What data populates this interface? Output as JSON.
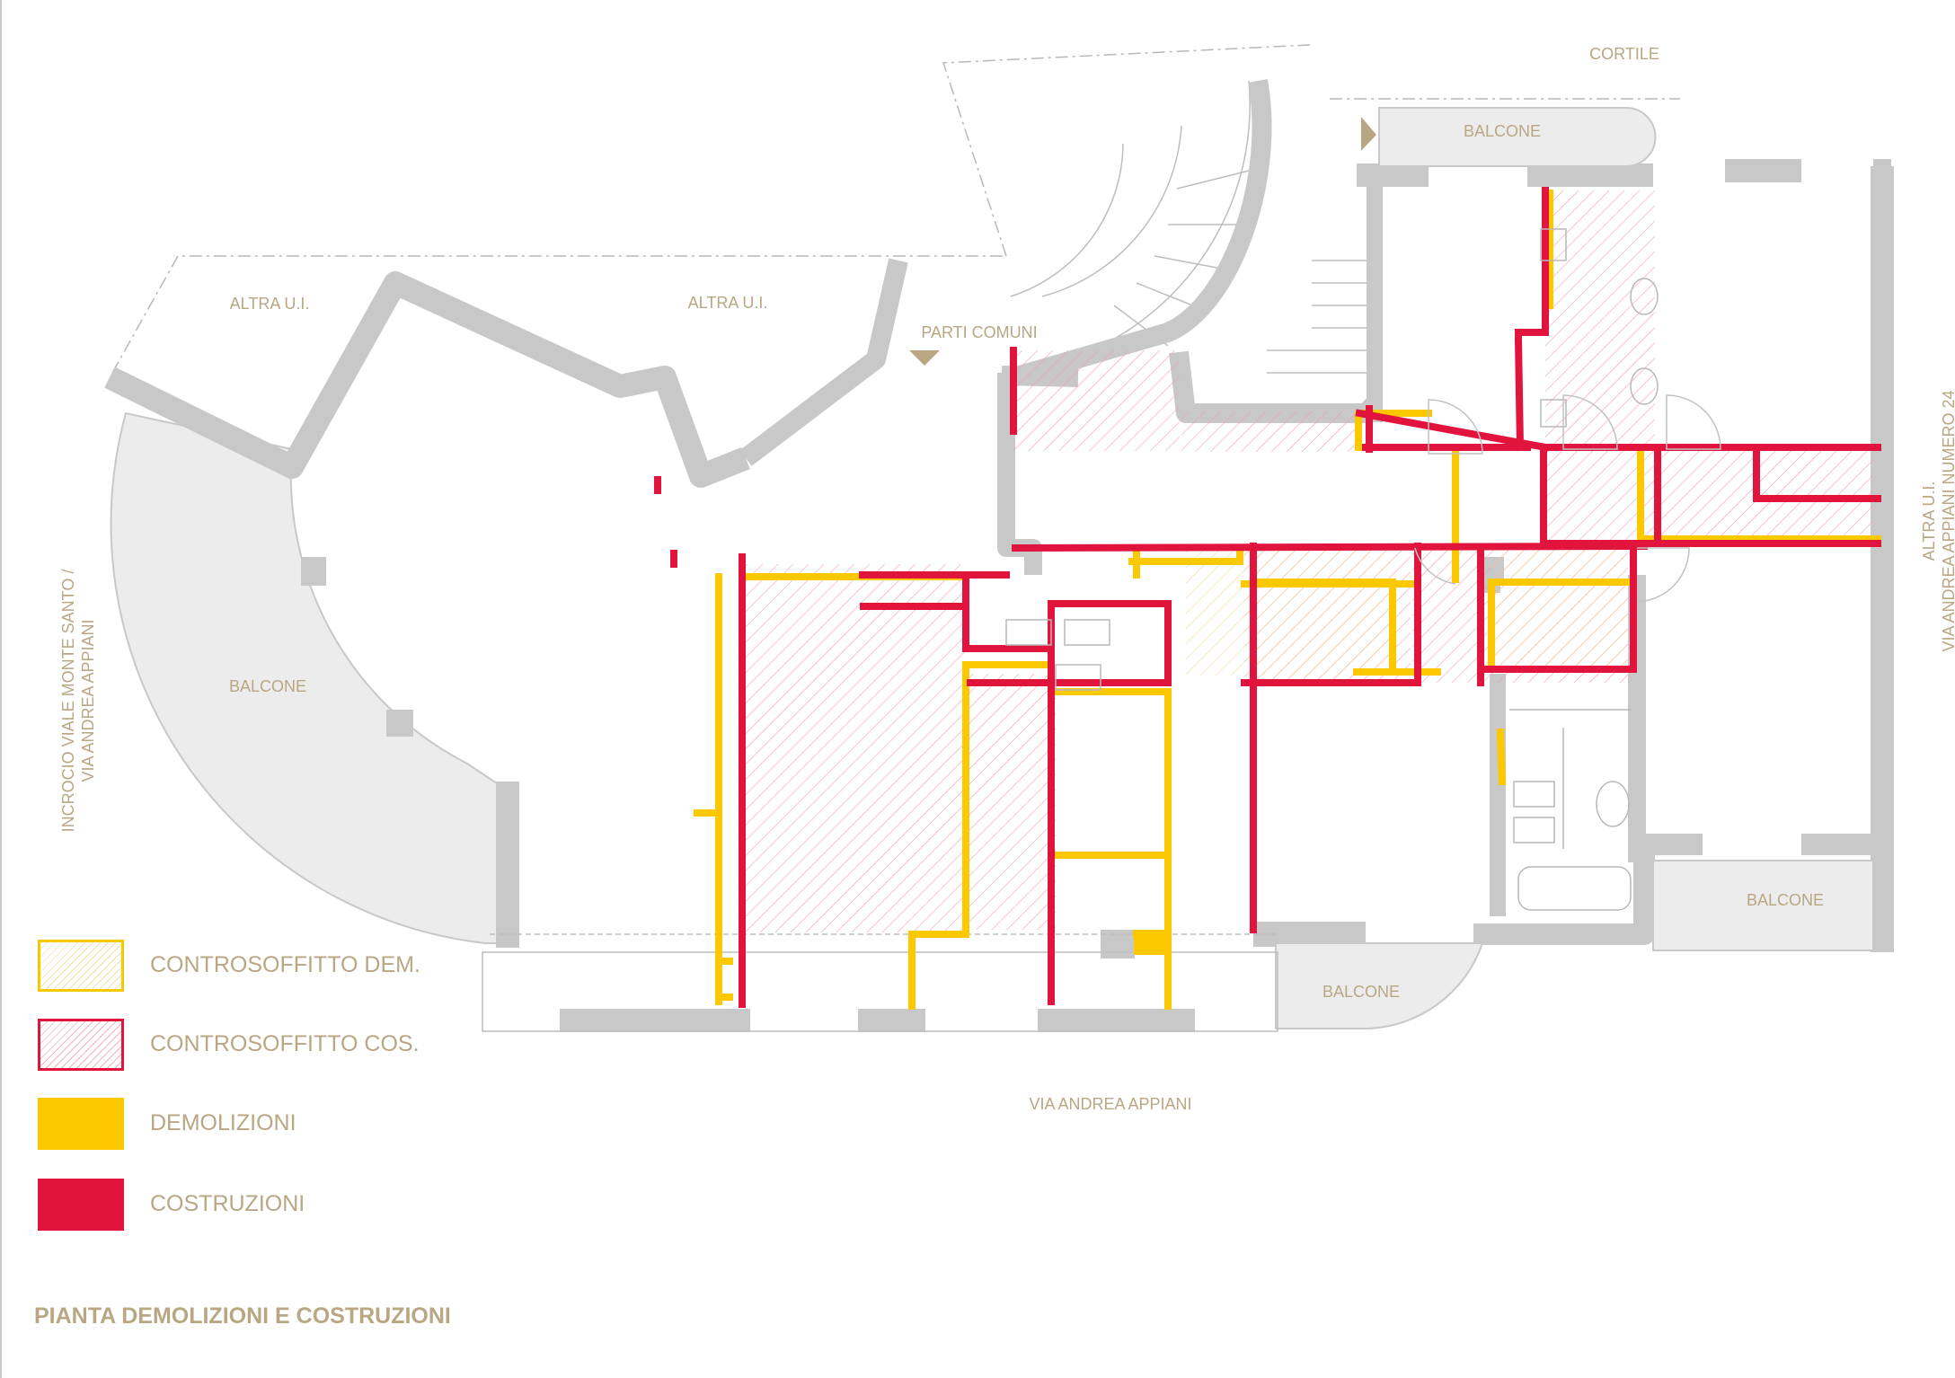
{
  "title": "PIANTA DEMOLIZIONI E COSTRUZIONI",
  "labels": {
    "cortile": "CORTILE",
    "balcone_top": "BALCONE",
    "altra_ui_left": "ALTRA U.I.",
    "altra_ui_center": "ALTRA U.I.",
    "parti_comuni": "PARTI COMUNI",
    "balcone_curved": "BALCONE",
    "balcone_bottom_right": "BALCONE",
    "balcone_bottom": "BALCONE",
    "street_bottom": "VIA ANDREA APPIANI",
    "left_vertical_line1": "INCROCIO VIALE MONTE SANTO /",
    "left_vertical_line2": "VIA ANDREA APPIANI",
    "right_vertical_line1": "ALTRA U.I.",
    "right_vertical_line2": "VIA ANDREA APPIANI NUMERO 24"
  },
  "legend": [
    {
      "label": "CONTROSOFFITTO DEM.",
      "swatch": "hatch-yellow"
    },
    {
      "label": "CONTROSOFFITTO COS.",
      "swatch": "hatch-red"
    },
    {
      "label": "DEMOLIZIONI",
      "swatch": "solid-yellow"
    },
    {
      "label": "COSTRUZIONI",
      "swatch": "solid-red"
    }
  ],
  "colors": {
    "demolizioni": "#fcc800",
    "costruzioni": "#e0143c",
    "walls": "#c8c8c8",
    "label": "#b9a783"
  }
}
